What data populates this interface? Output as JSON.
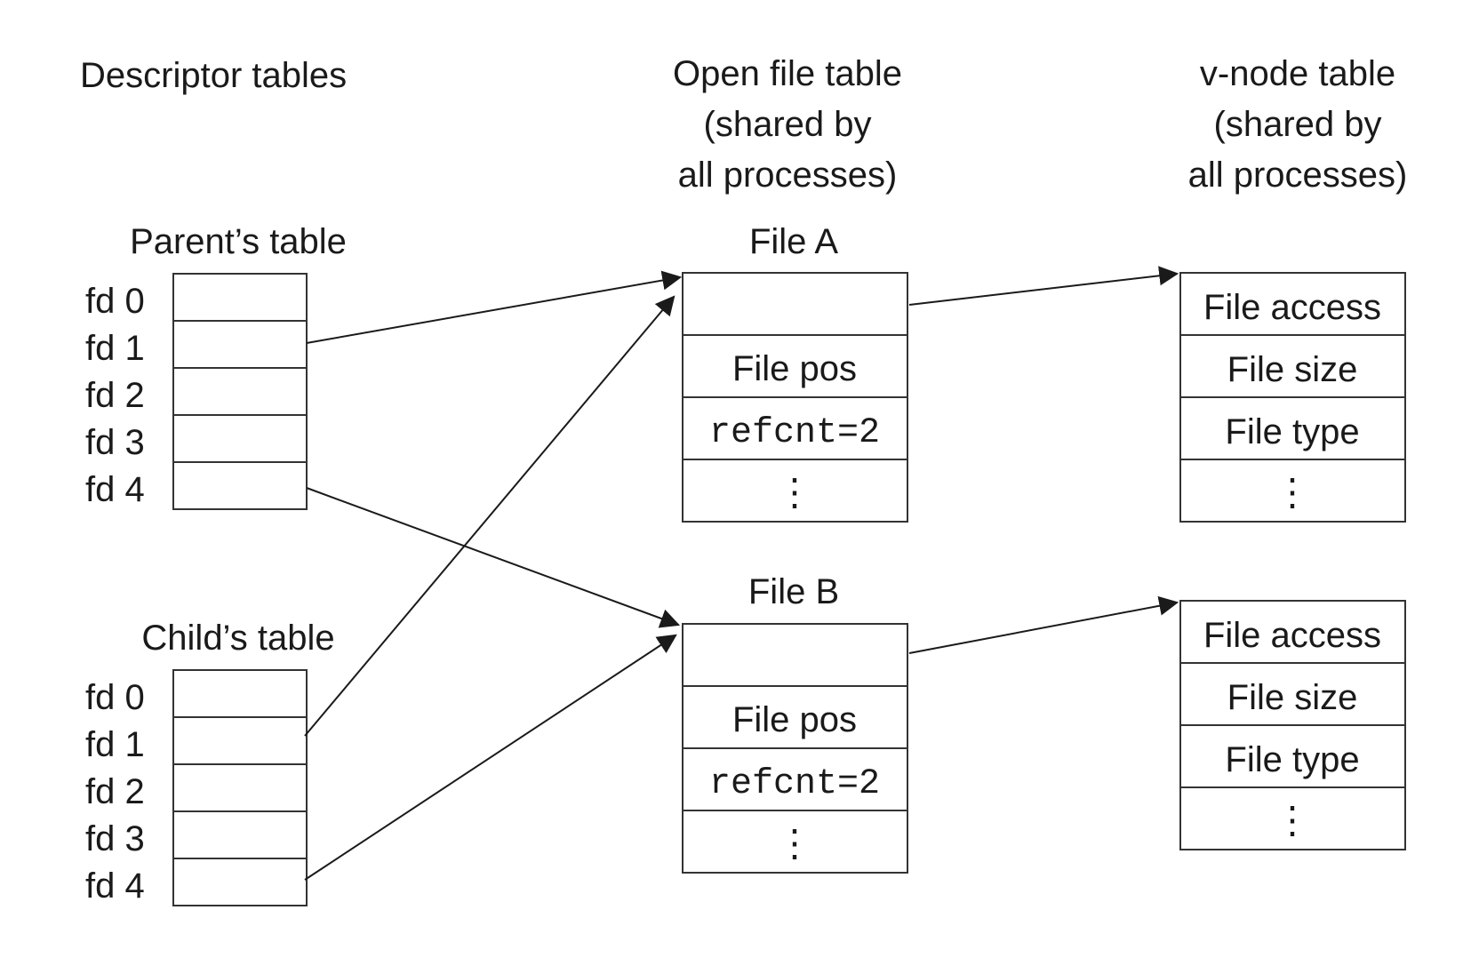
{
  "headers": {
    "descriptor": "Descriptor tables",
    "open_file": [
      "Open file table",
      "(shared by",
      "all processes)"
    ],
    "vnode": [
      "v-node table",
      "(shared by",
      "all processes)"
    ]
  },
  "descriptor_tables": [
    {
      "title": "Parent’s table",
      "fds": [
        "fd 0",
        "fd 1",
        "fd 2",
        "fd 3",
        "fd 4"
      ]
    },
    {
      "title": "Child’s table",
      "fds": [
        "fd 0",
        "fd 1",
        "fd 2",
        "fd 3",
        "fd 4"
      ]
    }
  ],
  "open_files": [
    {
      "title": "File A",
      "cells": [
        "",
        "File pos",
        "refcnt=2",
        "⋮"
      ]
    },
    {
      "title": "File B",
      "cells": [
        "",
        "File pos",
        "refcnt=2",
        "⋮"
      ]
    }
  ],
  "vnodes": [
    {
      "cells": [
        "File access",
        "File size",
        "File type",
        "⋮"
      ]
    },
    {
      "cells": [
        "File access",
        "File size",
        "File type",
        "⋮"
      ]
    }
  ],
  "connections": [
    {
      "from": "parent fd 1",
      "to": "File A"
    },
    {
      "from": "parent fd 4",
      "to": "File B"
    },
    {
      "from": "child fd 1",
      "to": "File A"
    },
    {
      "from": "child fd 4",
      "to": "File B"
    },
    {
      "from": "File A",
      "to": "v-node 1"
    },
    {
      "from": "File B",
      "to": "v-node 2"
    }
  ]
}
